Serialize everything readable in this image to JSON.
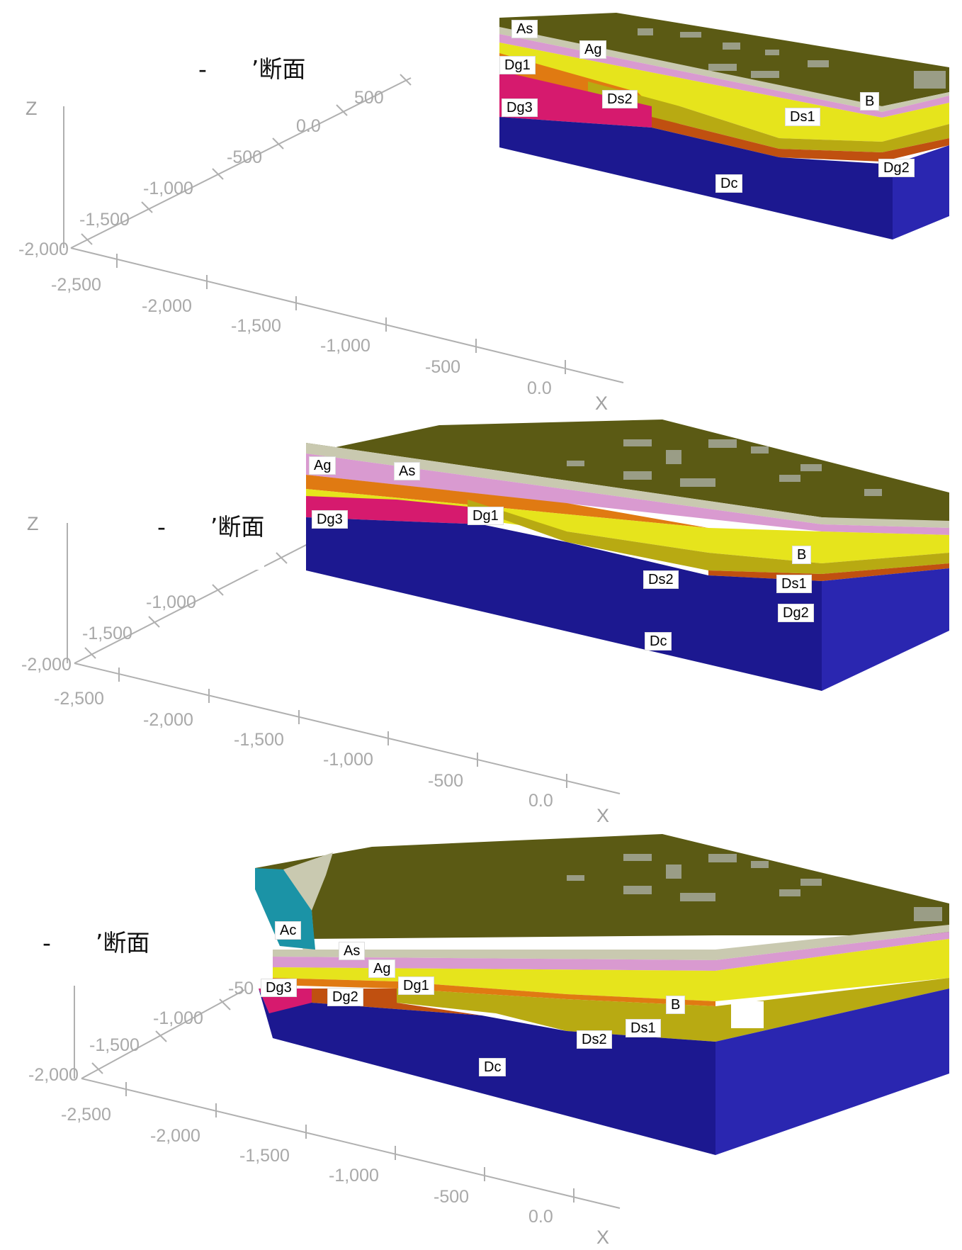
{
  "panels": [
    {
      "title_prefix": "-",
      "title_text": "’断面",
      "axes": {
        "z_label": "Z",
        "x_label": "X",
        "y_ticks": [
          "500",
          "0.0",
          "-500",
          "-1,000",
          "-1,500",
          "-2,000"
        ],
        "x_ticks": [
          "-2,500",
          "-2,000",
          "-1,500",
          "-1,000",
          "-500",
          "0.0"
        ]
      },
      "layer_labels": [
        "As",
        "Ag",
        "Dg1",
        "Dg3",
        "Ds2",
        "B",
        "Ds1",
        "Dg2",
        "Dc"
      ]
    },
    {
      "title_prefix": "-",
      "title_text": "’断面",
      "axes": {
        "z_label": "Z",
        "x_label": "X",
        "y_ticks": [
          "-1,000",
          "-1,500",
          "-2,000"
        ],
        "x_ticks": [
          "-2,500",
          "-2,000",
          "-1,500",
          "-1,000",
          "-500",
          "0.0"
        ]
      },
      "layer_labels": [
        "Ag",
        "As",
        "Dg3",
        "Dg1",
        "B",
        "Ds2",
        "Ds1",
        "Dg2",
        "Dc"
      ]
    },
    {
      "title_prefix": "-",
      "title_text": "’断面",
      "axes": {
        "z_label": "Z",
        "x_label": "X",
        "y_ticks": [
          "-50",
          "-1,000",
          "-1,500",
          "-2,000"
        ],
        "x_ticks": [
          "-2,500",
          "-2,000",
          "-1,500",
          "-1,000",
          "-500",
          "0.0"
        ]
      },
      "layer_labels": [
        "Ac",
        "As",
        "Ag",
        "Dg1",
        "Dg3",
        "Dg2",
        "B",
        "Ds1",
        "Ds2",
        "Dc"
      ]
    }
  ],
  "layer_colors": {
    "surface": "#5b5a14",
    "surface_patch": "#9a9d86",
    "As": "#c9c9b0",
    "Ag": "#d99ad0",
    "Ds1": "#e6e41c",
    "Ds2": "#b8aa12",
    "Dg1": "#e07a12",
    "Dg2": "#c05010",
    "Dg3": "#d61a6e",
    "Ac": "#1b93a6",
    "Dc": "#1c1890",
    "Dc_side": "#2a26b0",
    "axis": "#b0b0b0"
  }
}
